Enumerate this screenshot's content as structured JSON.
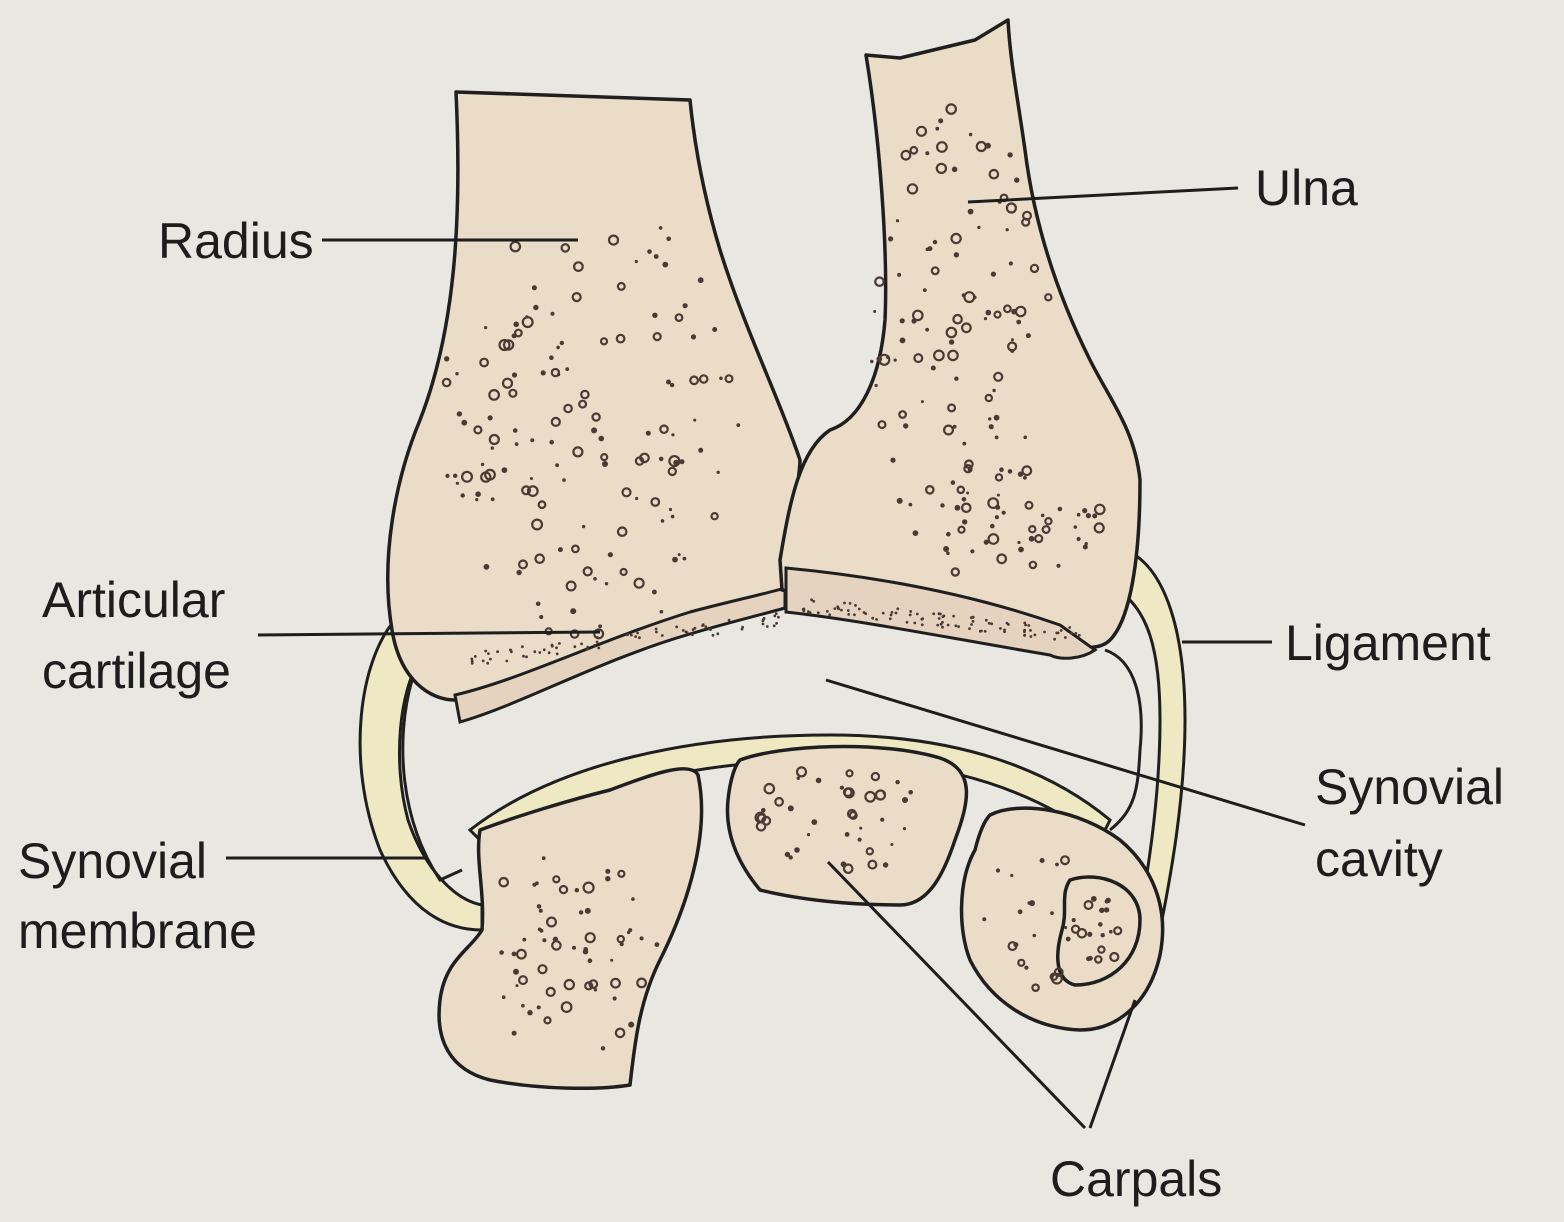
{
  "labels": {
    "radius": "Radius",
    "ulna": "Ulna",
    "articular_cartilage_1": "Articular",
    "articular_cartilage_2": "cartilage",
    "ligament": "Ligament",
    "synovial_cavity_1": "Synovial",
    "synovial_cavity_2": "cavity",
    "synovial_membrane_1": "Synovial",
    "synovial_membrane_2": "membrane",
    "carpals": "Carpals"
  },
  "colors": {
    "bone": "#eadcc7",
    "ligament": "#efe9c3",
    "background": "#e9e7e1",
    "ink": "#1f1f1f"
  }
}
